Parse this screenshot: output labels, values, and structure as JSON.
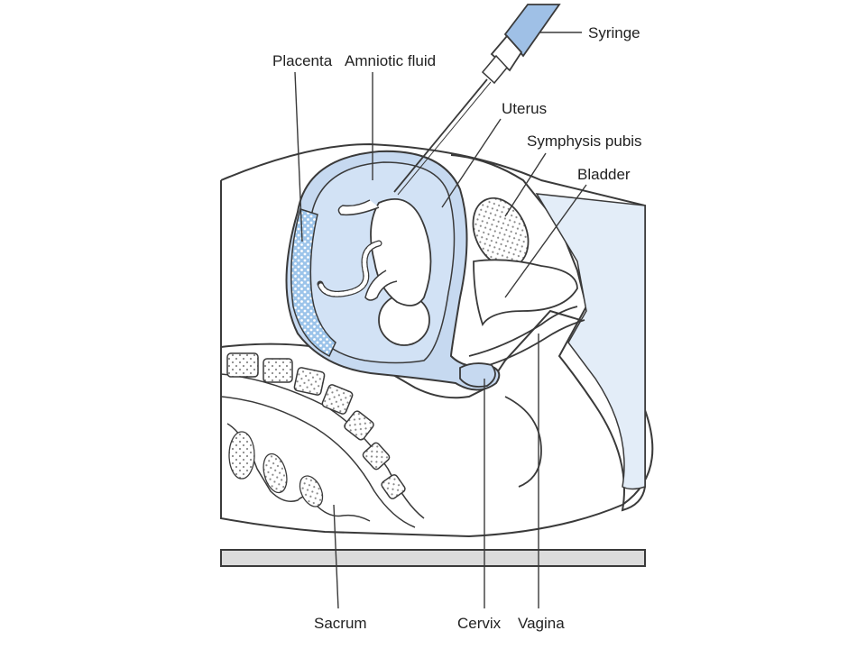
{
  "labels": {
    "syringe": "Syringe",
    "placenta": "Placenta",
    "amniotic_fluid": "Amniotic fluid",
    "uterus": "Uterus",
    "symphysis_pubis": "Symphysis pubis",
    "bladder": "Bladder",
    "sacrum": "Sacrum",
    "cervix": "Cervix",
    "vagina": "Vagina"
  },
  "colors": {
    "outline": "#3a3a3a",
    "fill_light_blue": "#e3edf8",
    "fill_mid_blue": "#c6d9f0",
    "fill_fluid": "#d2e2f5",
    "bone_fill": "#f2f2f2",
    "table_fill": "#dcdcdc",
    "syringe_blue": "#9fc0e6"
  }
}
